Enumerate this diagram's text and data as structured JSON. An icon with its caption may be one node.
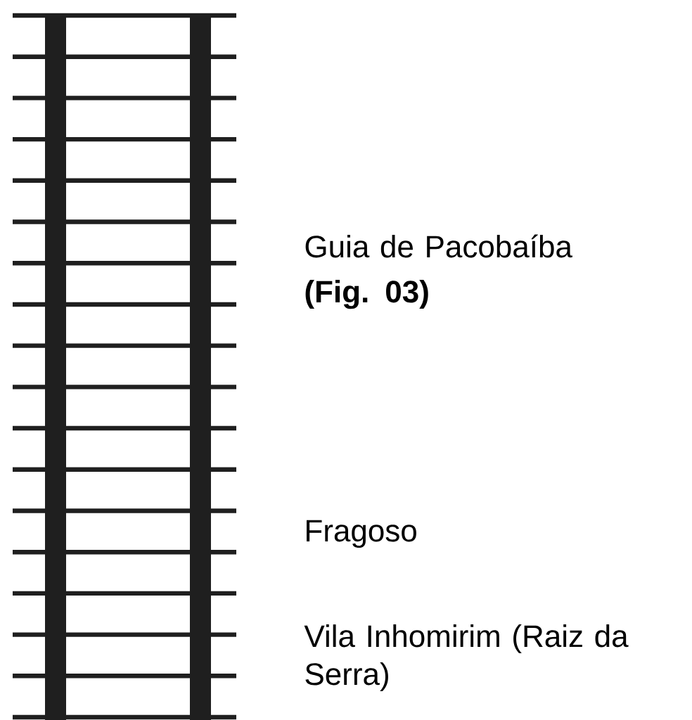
{
  "diagram": {
    "labels": [
      "Guia de Pacobaíba",
      "(Fig. 03)",
      "Fragoso",
      "Vila Inhomirim (Raiz da Serra)"
    ]
  }
}
